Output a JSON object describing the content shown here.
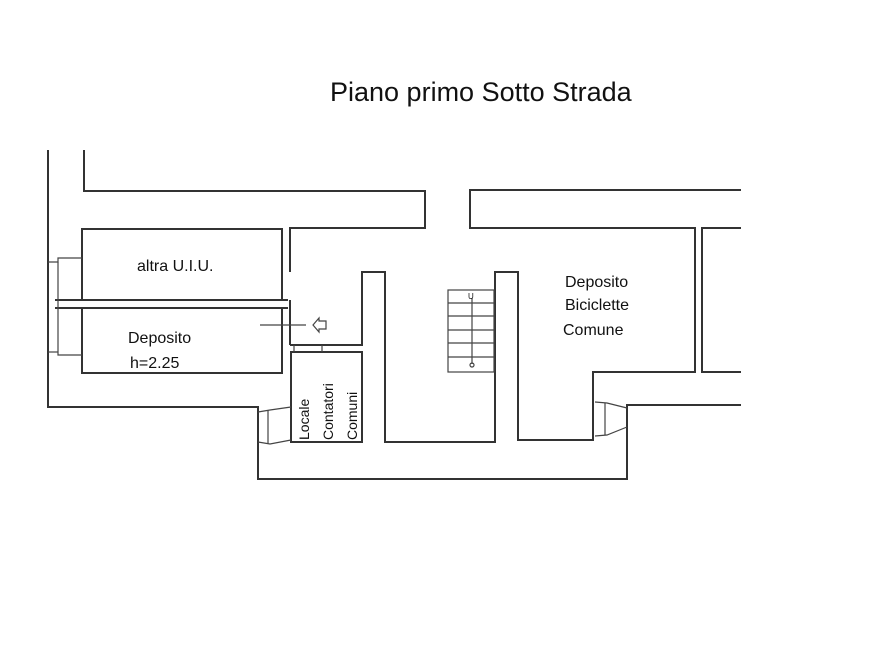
{
  "title": "Piano primo Sotto Strada",
  "rooms": {
    "altra": "altra U.I.U.",
    "deposito": "Deposito",
    "deposito_height": "h=2.25",
    "locale_line1": "Locale",
    "locale_line2": "Contatori",
    "locale_line3": "Comuni",
    "bici_line1": "Deposito",
    "bici_line2": "Biciclette",
    "bici_line3": "Comune"
  },
  "stair_label": "U"
}
